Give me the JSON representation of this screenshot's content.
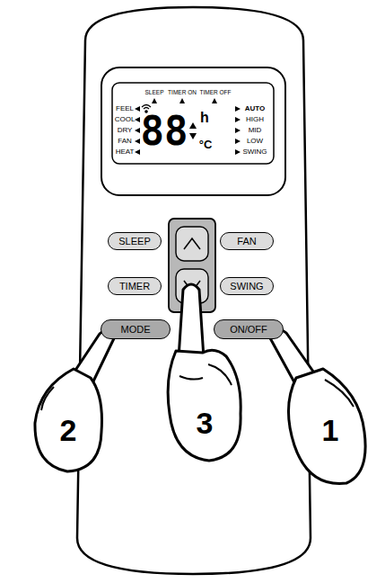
{
  "diagram": {
    "nodes": [
      {
        "text": [
          "SLEEP"
        ]
      },
      {
        "text": [
          "FAN"
        ]
      },
      {
        "text": [
          "TIMER"
        ]
      },
      {
        "text": [
          "SWING"
        ]
      },
      {
        "text": [
          "MODE"
        ]
      },
      {
        "text": [
          "ON/OFF"
        ]
      }
    ],
    "labels": [
      "SLEEP",
      "TIMER ON",
      "TIMER OFF",
      "FEEL",
      "COOL",
      "DRY",
      "FAN",
      "HEAT",
      "AUTO",
      "HIGH",
      "MID",
      "LOW",
      "SWING",
      "88",
      "h",
      "°C",
      "1",
      "2",
      "3"
    ]
  }
}
